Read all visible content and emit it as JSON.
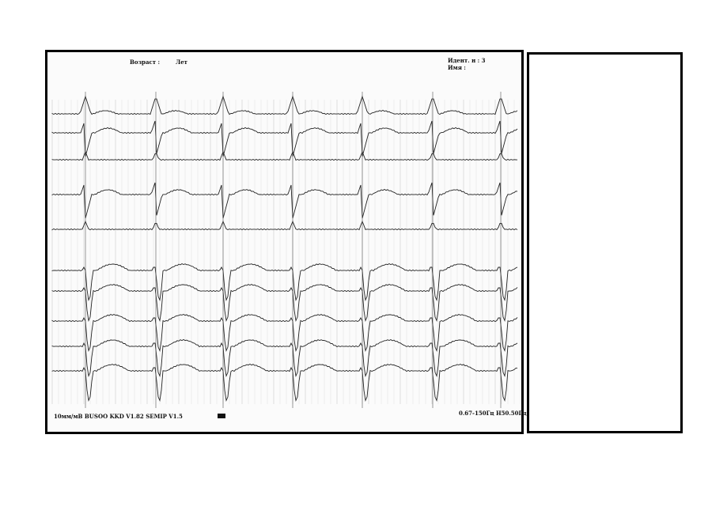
{
  "header": {
    "age_label": "Возраст :",
    "age_unit": "Лет",
    "id_label": "Идент. н : 3",
    "name_label": "Имя :"
  },
  "footer": {
    "left_settings": "10мм/мВ BUSOO KKD   V1.82   SEMIP  V1.5",
    "right_settings": "0.67-150Гц Н50.50Гц"
  },
  "ecg": {
    "lead_count": 10,
    "beats_visible": 7,
    "trace_color": "#222222",
    "grid_color": "#d8d8d8"
  }
}
